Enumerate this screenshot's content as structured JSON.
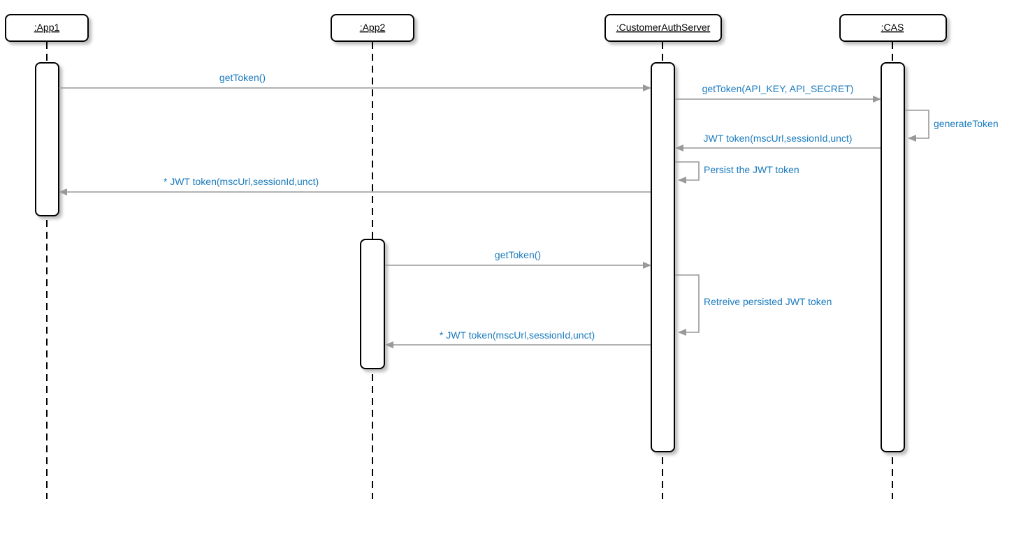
{
  "participants": [
    {
      "id": "app1",
      "label": ":App1"
    },
    {
      "id": "app2",
      "label": ":App2"
    },
    {
      "id": "auth",
      "label": ":CustomerAuthServer"
    },
    {
      "id": "cas",
      "label": ":CAS"
    }
  ],
  "messages": [
    {
      "id": "m1",
      "label": "getToken()"
    },
    {
      "id": "m2",
      "label": "getToken(API_KEY, API_SECRET)"
    },
    {
      "id": "m3",
      "label": "generateToken"
    },
    {
      "id": "m4",
      "label": "JWT token(mscUrl,sessionId,unct)"
    },
    {
      "id": "m5",
      "label": "Persist the JWT token"
    },
    {
      "id": "m6",
      "label": "* JWT token(mscUrl,sessionId,unct)"
    },
    {
      "id": "m7",
      "label": "getToken()"
    },
    {
      "id": "m8",
      "label": "Retreive persisted JWT token"
    },
    {
      "id": "m9",
      "label": "* JWT token(mscUrl,sessionId,unct)"
    }
  ],
  "colors": {
    "message_text": "#1a7bbf",
    "arrow": "#999999",
    "outline": "#000000"
  }
}
